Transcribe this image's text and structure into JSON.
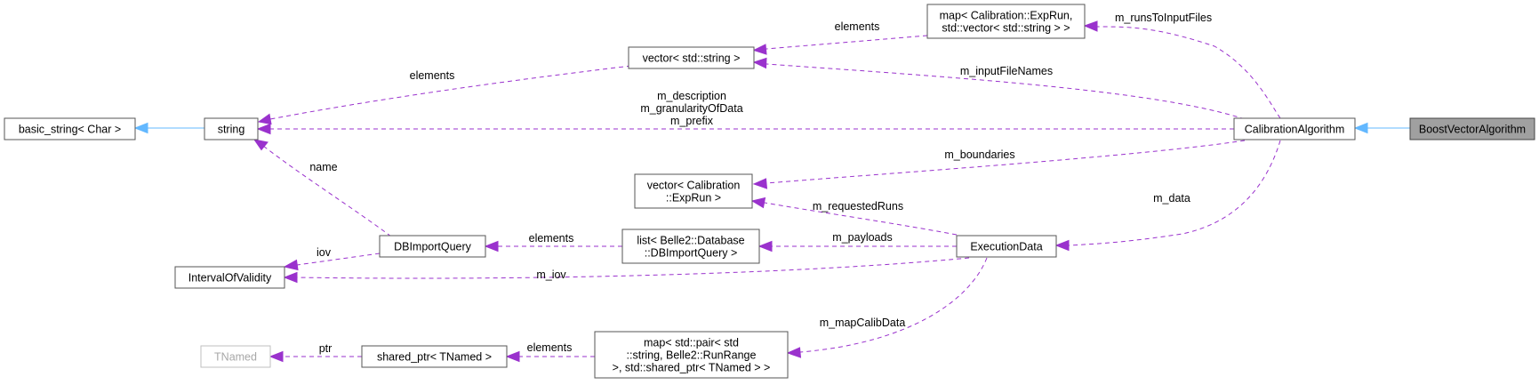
{
  "diagram": {
    "nodes": {
      "boost": {
        "lines": [
          "BoostVectorAlgorithm"
        ]
      },
      "calib": {
        "lines": [
          "CalibrationAlgorithm"
        ]
      },
      "string": {
        "lines": [
          "string"
        ]
      },
      "basic": {
        "lines": [
          "basic_string< Char >"
        ]
      },
      "vecstr": {
        "lines": [
          "vector< std::string >"
        ]
      },
      "maprun": {
        "lines": [
          "map< Calibration::ExpRun,",
          "std::vector< std::string > >"
        ]
      },
      "vecexp": {
        "lines": [
          "vector< Calibration",
          "::ExpRun >"
        ]
      },
      "exec": {
        "lines": [
          "ExecutionData"
        ]
      },
      "dbq": {
        "lines": [
          "DBImportQuery"
        ]
      },
      "list": {
        "lines": [
          "list< Belle2::Database",
          "::DBImportQuery >"
        ]
      },
      "iov": {
        "lines": [
          "IntervalOfValidity"
        ]
      },
      "mappair": {
        "lines": [
          "map< std::pair< std",
          "::string, Belle2::RunRange",
          ">, std::shared_ptr< TNamed > >"
        ]
      },
      "sptr": {
        "lines": [
          "shared_ptr< TNamed >"
        ]
      },
      "tnamed": {
        "lines": [
          "TNamed"
        ]
      }
    },
    "edges": {
      "boost_calib": {
        "lines": []
      },
      "string_basic": {
        "lines": []
      },
      "calib_maprun": {
        "lines": [
          "m_runsToInputFiles"
        ]
      },
      "maprun_vecstr": {
        "lines": [
          "elements"
        ]
      },
      "calib_vecstr": {
        "lines": [
          "m_inputFileNames"
        ]
      },
      "vecstr_string": {
        "lines": [
          "elements"
        ]
      },
      "calib_string": {
        "lines": [
          "m_description",
          "m_granularityOfData",
          "m_prefix"
        ]
      },
      "calib_vecexp": {
        "lines": [
          "m_boundaries"
        ]
      },
      "calib_exec": {
        "lines": [
          "m_data"
        ]
      },
      "exec_vecexp": {
        "lines": [
          "m_requestedRuns"
        ]
      },
      "exec_list": {
        "lines": [
          "m_payloads"
        ]
      },
      "list_dbq": {
        "lines": [
          "elements"
        ]
      },
      "dbq_string": {
        "lines": [
          "name"
        ]
      },
      "dbq_iov": {
        "lines": [
          "iov"
        ]
      },
      "exec_iov": {
        "lines": [
          "m_iov"
        ]
      },
      "exec_mappair": {
        "lines": [
          "m_mapCalibData"
        ]
      },
      "mappair_sptr": {
        "lines": [
          "elements"
        ]
      },
      "sptr_tnamed": {
        "lines": [
          "ptr"
        ]
      }
    }
  }
}
